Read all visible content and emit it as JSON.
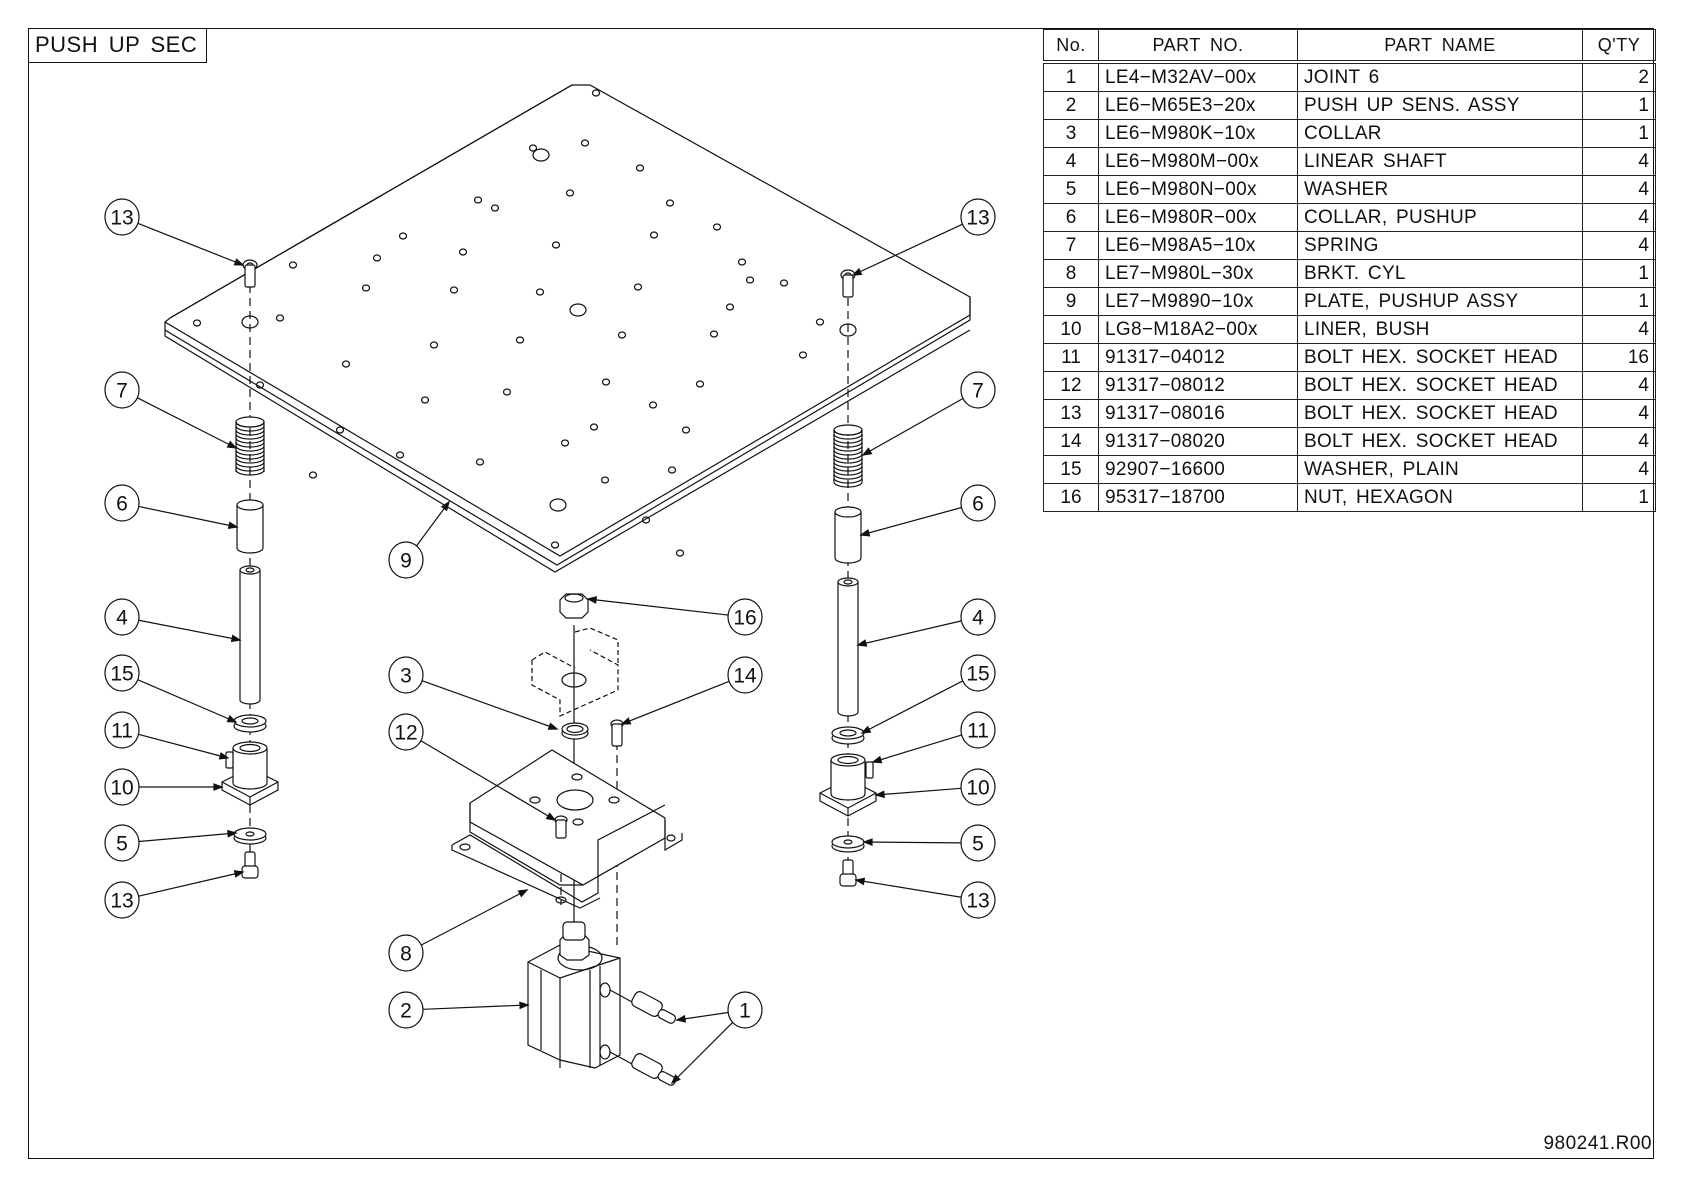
{
  "title": "PUSH UP SEC",
  "document_code": "980241.R00",
  "bom": {
    "headers": {
      "no": "No.",
      "part_no": "PART NO.",
      "part_name": "PART NAME",
      "qty": "Q'TY"
    },
    "rows": [
      {
        "no": "1",
        "part_no": "LE4−M32AV−00x",
        "part_name": "JOINT 6",
        "qty": "2"
      },
      {
        "no": "2",
        "part_no": "LE6−M65E3−20x",
        "part_name": "PUSH UP SENS. ASSY",
        "qty": "1"
      },
      {
        "no": "3",
        "part_no": "LE6−M980K−10x",
        "part_name": "COLLAR",
        "qty": "1"
      },
      {
        "no": "4",
        "part_no": "LE6−M980M−00x",
        "part_name": "LINEAR SHAFT",
        "qty": "4"
      },
      {
        "no": "5",
        "part_no": "LE6−M980N−00x",
        "part_name": "WASHER",
        "qty": "4"
      },
      {
        "no": "6",
        "part_no": "LE6−M980R−00x",
        "part_name": "COLLAR, PUSHUP",
        "qty": "4"
      },
      {
        "no": "7",
        "part_no": "LE6−M98A5−10x",
        "part_name": "SPRING",
        "qty": "4"
      },
      {
        "no": "8",
        "part_no": "LE7−M980L−30x",
        "part_name": "BRKT. CYL",
        "qty": "1"
      },
      {
        "no": "9",
        "part_no": "LE7−M9890−10x",
        "part_name": "PLATE, PUSHUP ASSY",
        "qty": "1"
      },
      {
        "no": "10",
        "part_no": "LG8−M18A2−00x",
        "part_name": "LINER, BUSH",
        "qty": "4"
      },
      {
        "no": "11",
        "part_no": "91317−04012",
        "part_name": "BOLT HEX. SOCKET HEAD",
        "qty": "16"
      },
      {
        "no": "12",
        "part_no": "91317−08012",
        "part_name": "BOLT HEX. SOCKET HEAD",
        "qty": "4"
      },
      {
        "no": "13",
        "part_no": "91317−08016",
        "part_name": "BOLT HEX. SOCKET HEAD",
        "qty": "4"
      },
      {
        "no": "14",
        "part_no": "91317−08020",
        "part_name": "BOLT HEX. SOCKET HEAD",
        "qty": "4"
      },
      {
        "no": "15",
        "part_no": "92907−16600",
        "part_name": "WASHER, PLAIN",
        "qty": "4"
      },
      {
        "no": "16",
        "part_no": "95317−18700",
        "part_name": "NUT, HEXAGON",
        "qty": "1"
      }
    ]
  },
  "callouts": {
    "left": [
      "13",
      "7",
      "6",
      "4",
      "15",
      "11",
      "10",
      "5",
      "13"
    ],
    "right": [
      "13",
      "7",
      "6",
      "4",
      "15",
      "11",
      "10",
      "5",
      "13"
    ],
    "center_left": [
      "9",
      "3",
      "12",
      "8",
      "2"
    ],
    "center_right": [
      "16",
      "14",
      "1"
    ]
  }
}
